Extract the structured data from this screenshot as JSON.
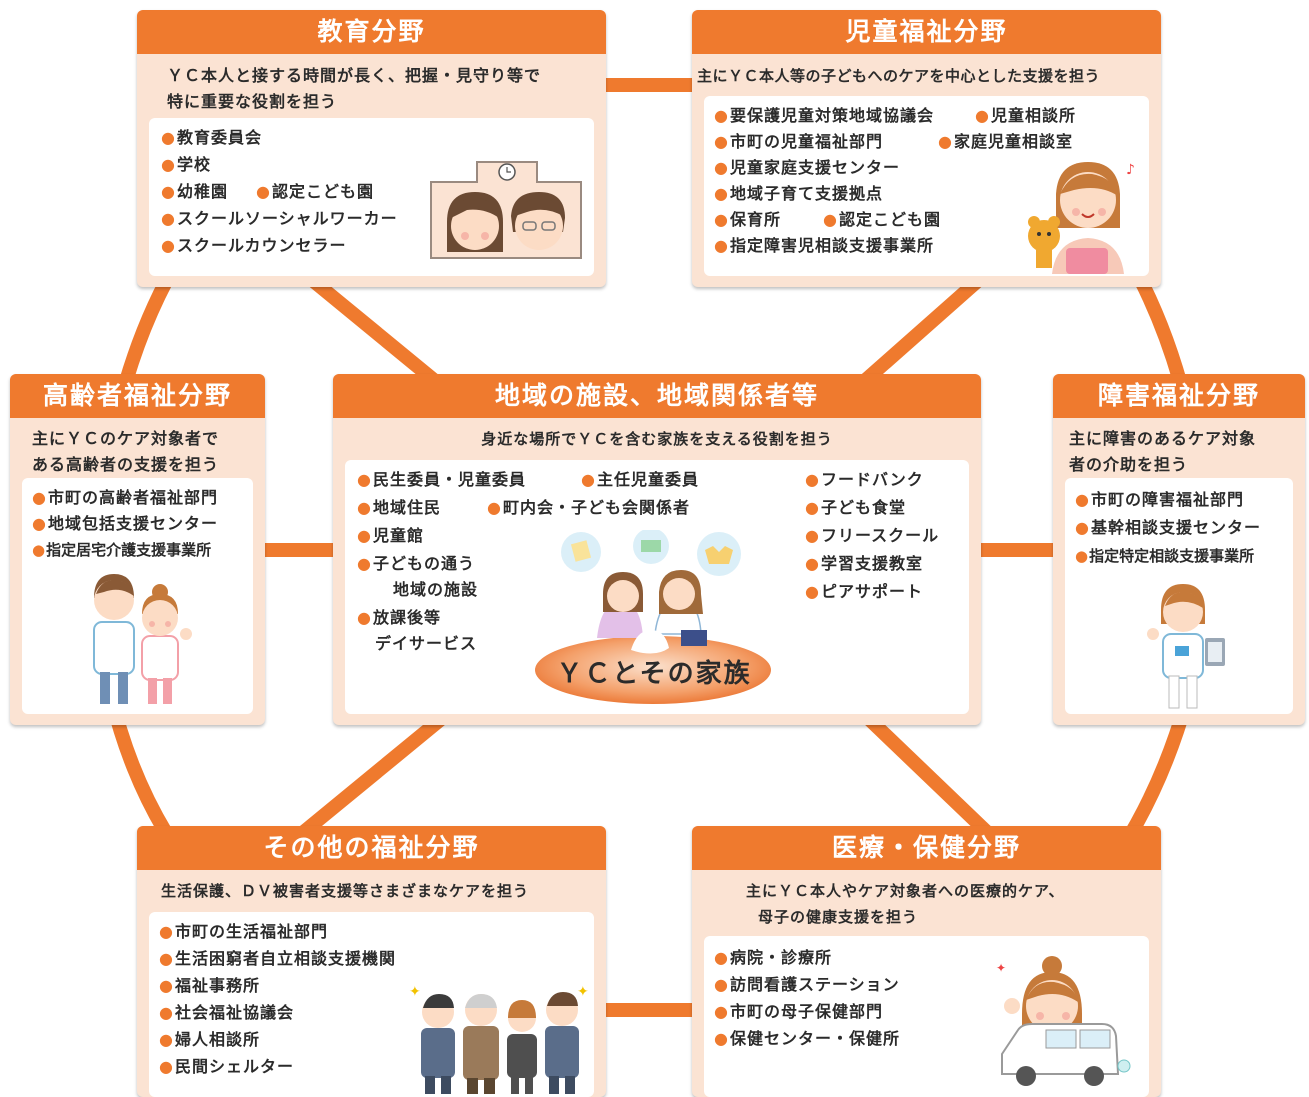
{
  "colors": {
    "accent": "#ef7a2e",
    "panel_bg": "#fbe3d3",
    "inner_bg": "#ffffff",
    "connector": "#ef7a2e"
  },
  "education": {
    "title": "教育分野",
    "desc": [
      "ＹＣ本人と接する時間が長く、把握・見守り等で",
      "特に重要な役割を担う"
    ],
    "items": [
      "教育委員会",
      "学校",
      "幼稚園",
      "認定こども園",
      "スクールソーシャルワーカー",
      "スクールカウンセラー"
    ]
  },
  "child_welfare": {
    "title": "児童福祉分野",
    "desc": "主にＹＣ本人等の子どもへのケアを中心とした支援を担う",
    "items": [
      "要保護児童対策地域協議会",
      "児童相談所",
      "市町の児童福祉部門",
      "家庭児童相談室",
      "児童家庭支援センター",
      "地域子育て支援拠点",
      "保育所",
      "認定こども園",
      "指定障害児相談支援事業所"
    ]
  },
  "elderly": {
    "title": "高齢者福祉分野",
    "desc": [
      "主にＹＣのケア対象者で",
      "ある高齢者の支援を担う"
    ],
    "items": [
      "市町の高齢者福祉部門",
      "地域包括支援センター",
      "指定居宅介護支援事業所"
    ]
  },
  "community": {
    "title": "地域の施設、地域関係者等",
    "desc": "身近な場所でＹＣを含む家族を支える役割を担う",
    "items": [
      "民生委員・児童委員",
      "主任児童委員",
      "地域住民",
      "町内会・子ども会関係者",
      "児童館",
      "子どもの通う",
      "地域の施設",
      "放課後等",
      "デイサービス",
      "フードバンク",
      "子ども食堂",
      "フリースクール",
      "学習支援教室",
      "ピアサポート"
    ],
    "center_label": "ＹＣとその家族"
  },
  "disability": {
    "title": "障害福祉分野",
    "desc": [
      "主に障害のあるケア対象",
      "者の介助を担う"
    ],
    "items": [
      "市町の障害福祉部門",
      "基幹相談支援センター",
      "指定特定相談支援事業所"
    ]
  },
  "other_welfare": {
    "title": "その他の福祉分野",
    "desc": "生活保護、ＤＶ被害者支援等さまざまなケアを担う",
    "items": [
      "市町の生活福祉部門",
      "生活困窮者自立相談支援機関",
      "福祉事務所",
      "社会福祉協議会",
      "婦人相談所",
      "民間シェルター"
    ]
  },
  "medical": {
    "title": "医療・保健分野",
    "desc": [
      "主にＹＣ本人やケア対象者への医療的ケア、",
      "母子の健康支援を担う"
    ],
    "items": [
      "病院・診療所",
      "訪問看護ステーション",
      "市町の母子保健部門",
      "保健センター・保健所"
    ]
  }
}
